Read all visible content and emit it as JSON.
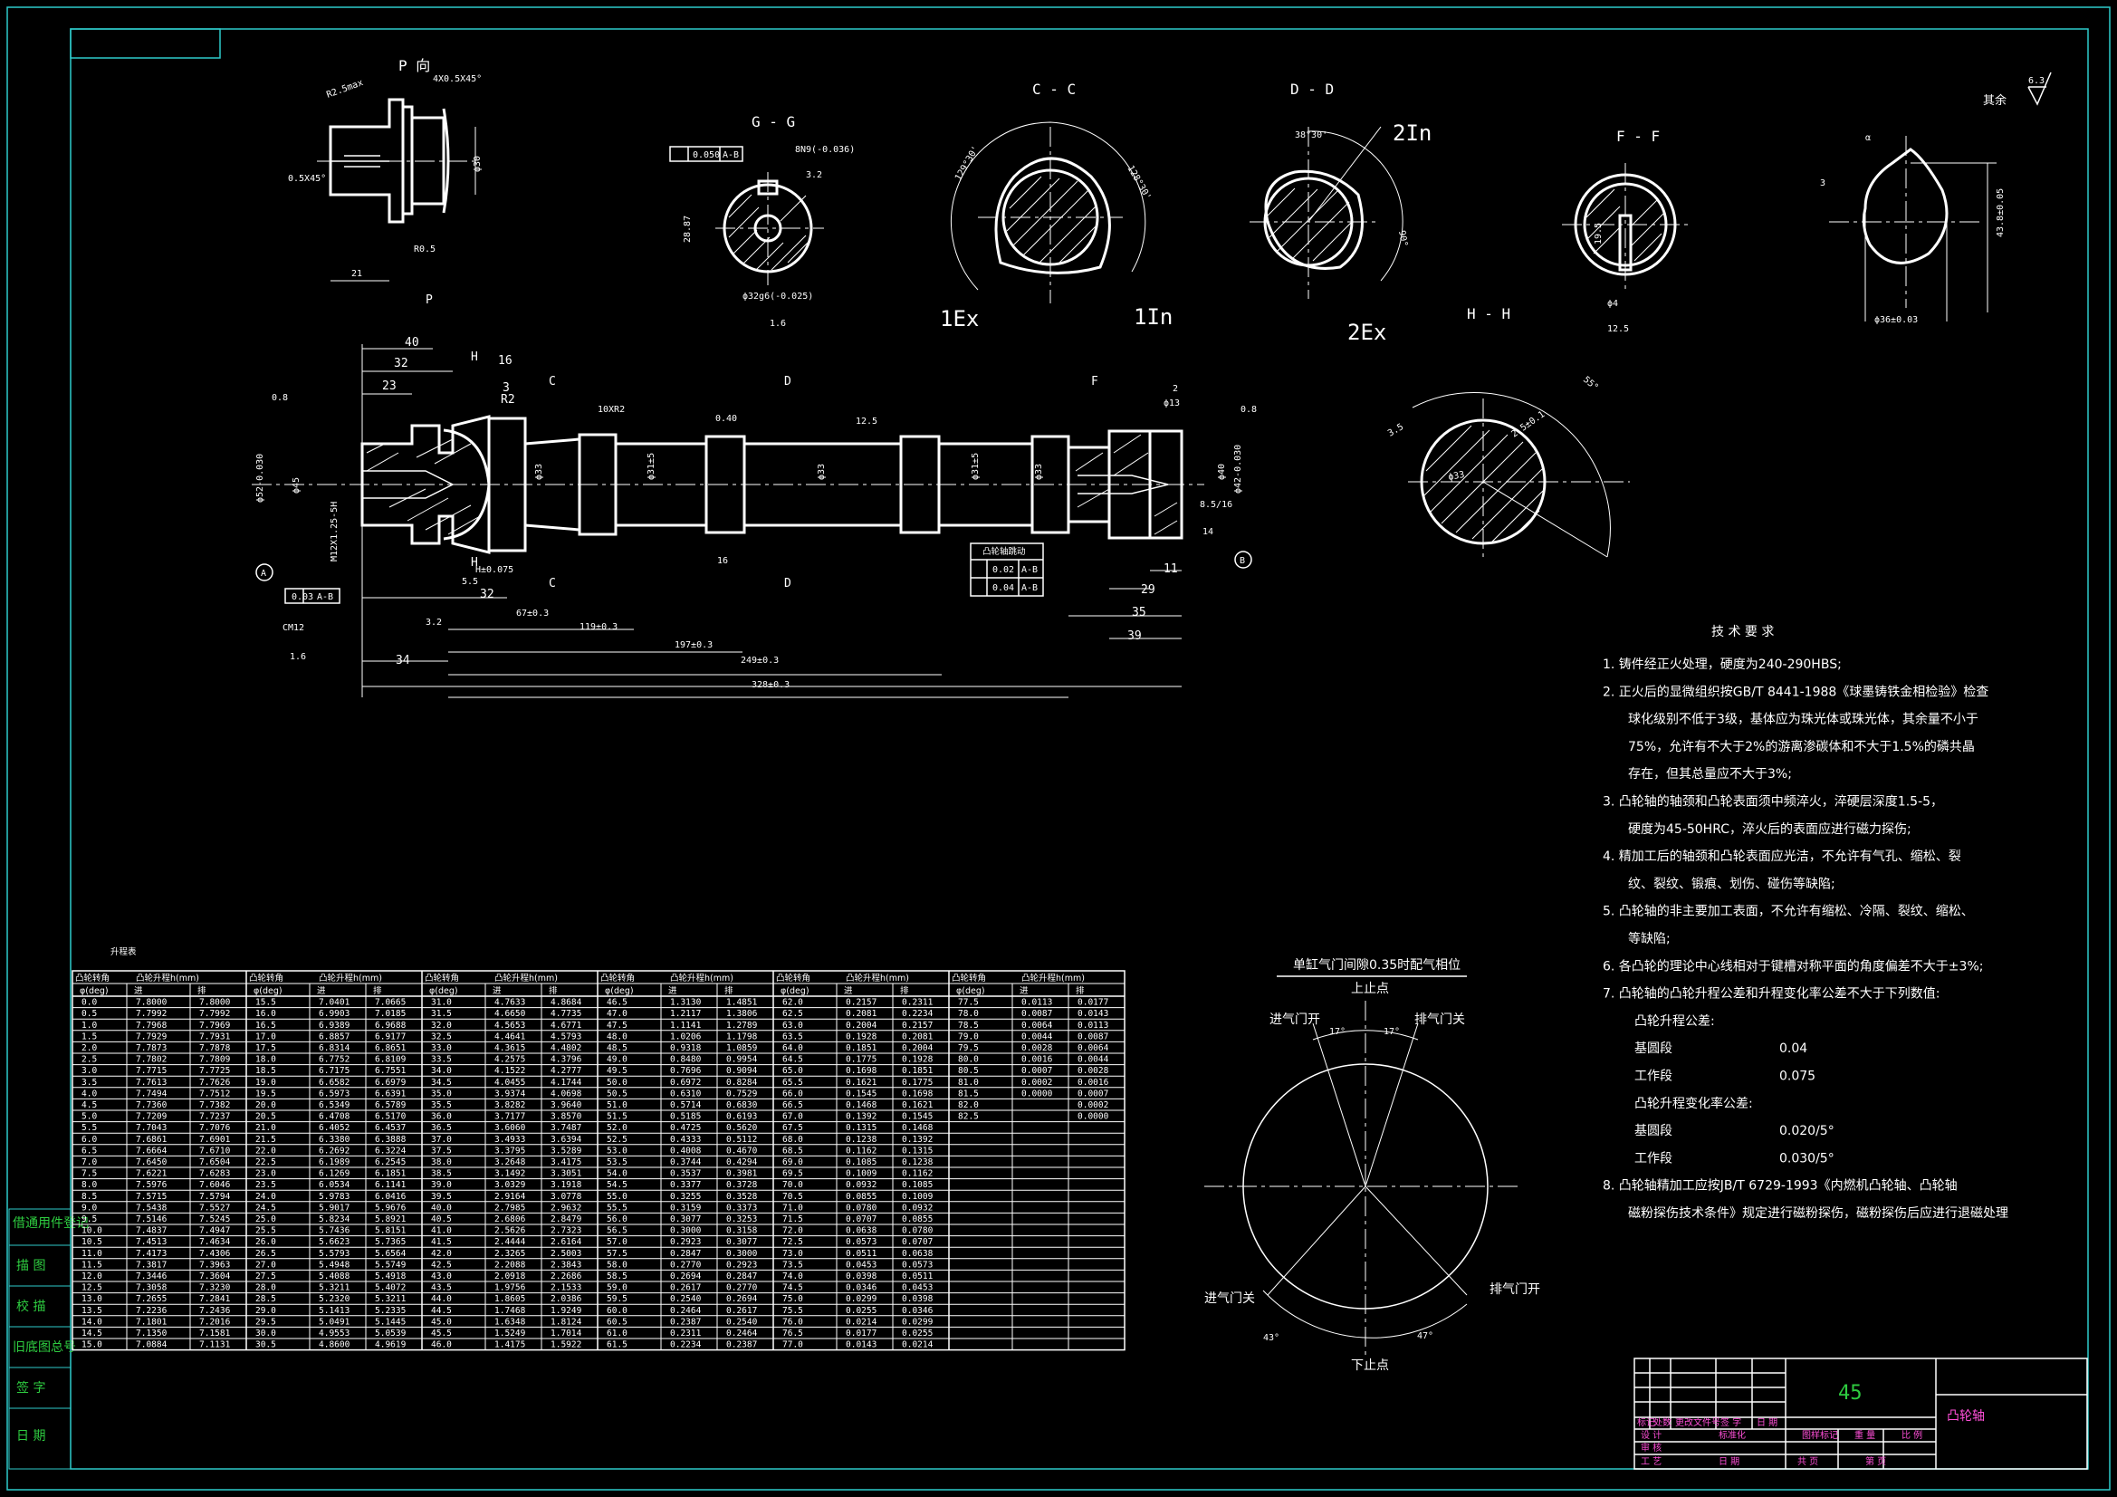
{
  "views": {
    "p_view": "P 向",
    "g_section": "G - G",
    "c_section": "C - C",
    "d_section": "D - D",
    "f_section": "F - F",
    "h_section": "H - H",
    "roughness_rest": "其余",
    "roughness_rest_value": "6.3"
  },
  "labels": {
    "one_ex": "1Ex",
    "one_in": "1In",
    "two_in": "2In",
    "two_ex": "2Ex",
    "ang_c1": "129°30'",
    "ang_c2": "128°30'",
    "ang_d": "38°30'",
    "p_chamfer": "4X0.5X45°",
    "p_r": "R2.5max",
    "p_ch2": "0.5X45°",
    "p_dia": "ϕ30",
    "p_r05": "R0.5",
    "p_21": "21",
    "g_tol": "0.050",
    "g_ref": "A-B",
    "g_key": "8N9(-0.036)",
    "g_dia": "ϕ32g6(-0.025)",
    "g_h": "28.87",
    "g_32": "3.2",
    "g_16": "1.6",
    "d_90": "90°",
    "f_195": "19.5",
    "f_4": "ϕ4",
    "f_125": "12.5",
    "k_a": "α",
    "k_3": "3",
    "k_h": "43.8±0.05",
    "k_d": "ϕ36±0.03",
    "h_55": "55°",
    "h_35": "3.5",
    "h_25": "2.5±0.1",
    "h_phi": "ϕ33",
    "m_40": "40",
    "m_32": "32",
    "m_23": "23",
    "m_16": "16",
    "m_3": "3",
    "m_r2": "R2",
    "m_10xr2": "10XR2",
    "m_2": "2",
    "m_413": "ϕ13",
    "m_phi45": "ϕ45",
    "m_phi52": "ϕ52-0.030",
    "m_m12": "M12X1.25-5H",
    "m_cm12": "CM12",
    "m_phi33a": "ϕ33",
    "m_phi31a": "ϕ31±5",
    "m_phi33b": "ϕ33",
    "m_phi31b": "ϕ31±5",
    "m_phi33c": "ϕ33",
    "m_phi40": "ϕ40",
    "m_phi42": "ϕ42-0.030",
    "m_85": "8.5/16",
    "m_14": "14",
    "m_h05": "H±0.075",
    "m_55": "5.5",
    "m_32b": "32",
    "m_67": "67±0.3",
    "m_119": "119±0.3",
    "m_197": "197±0.3",
    "m_249": "249±0.3",
    "m_328": "328±0.3",
    "m_34": "34",
    "m_16b": "16",
    "m_29": "29",
    "m_11": "11",
    "m_35": "35",
    "m_39": "39",
    "m_tol1": "0.03",
    "m_tol1r": "A-B",
    "m_08": "0.8",
    "m_08b": "0.8",
    "m_16c": "1.6",
    "m_32c": "3.2",
    "m_125": "12.5",
    "m_04": "0.40",
    "cam_tol_t": "凸轮轴跳动",
    "cam_t1": "0.02",
    "cam_t1r": "A-B",
    "cam_t2": "0.04",
    "cam_t2r": "A-B",
    "p_top": "P",
    "sec_h": "H",
    "sec_c": "C",
    "sec_d": "D",
    "sec_f": "F",
    "dat_a": "A",
    "dat_b": "B"
  },
  "lift_table": {
    "title": "升程表",
    "angle_h": "凸轮转角",
    "lift_h": "凸轮升程h(mm)",
    "sub_a": "φ(deg)",
    "sub_in": "进",
    "sub_ex": "排",
    "rows": [
      [
        "0.0",
        "7.8000",
        "7.8000",
        "15.5",
        "7.0401",
        "7.0665",
        "31.0",
        "4.7633",
        "4.8684",
        "46.5",
        "1.3130",
        "1.4851",
        "62.0",
        "0.2157",
        "0.2311",
        "77.5",
        "0.0113",
        "0.0177"
      ],
      [
        "0.5",
        "7.7992",
        "7.7992",
        "16.0",
        "6.9903",
        "7.0185",
        "31.5",
        "4.6650",
        "4.7735",
        "47.0",
        "1.2117",
        "1.3806",
        "62.5",
        "0.2081",
        "0.2234",
        "78.0",
        "0.0087",
        "0.0143"
      ],
      [
        "1.0",
        "7.7968",
        "7.7969",
        "16.5",
        "6.9389",
        "6.9688",
        "32.0",
        "4.5653",
        "4.6771",
        "47.5",
        "1.1141",
        "1.2789",
        "63.0",
        "0.2004",
        "0.2157",
        "78.5",
        "0.0064",
        "0.0113"
      ],
      [
        "1.5",
        "7.7929",
        "7.7931",
        "17.0",
        "6.8857",
        "6.9177",
        "32.5",
        "4.4641",
        "4.5793",
        "48.0",
        "1.0206",
        "1.1798",
        "63.5",
        "0.1928",
        "0.2081",
        "79.0",
        "0.0044",
        "0.0087"
      ],
      [
        "2.0",
        "7.7873",
        "7.7878",
        "17.5",
        "6.8314",
        "6.8651",
        "33.0",
        "4.3615",
        "4.4802",
        "48.5",
        "0.9318",
        "1.0859",
        "64.0",
        "0.1851",
        "0.2004",
        "79.5",
        "0.0028",
        "0.0064"
      ],
      [
        "2.5",
        "7.7802",
        "7.7809",
        "18.0",
        "6.7752",
        "6.8109",
        "33.5",
        "4.2575",
        "4.3796",
        "49.0",
        "0.8480",
        "0.9954",
        "64.5",
        "0.1775",
        "0.1928",
        "80.0",
        "0.0016",
        "0.0044"
      ],
      [
        "3.0",
        "7.7715",
        "7.7725",
        "18.5",
        "6.7175",
        "6.7551",
        "34.0",
        "4.1522",
        "4.2777",
        "49.5",
        "0.7696",
        "0.9094",
        "65.0",
        "0.1698",
        "0.1851",
        "80.5",
        "0.0007",
        "0.0028"
      ],
      [
        "3.5",
        "7.7613",
        "7.7626",
        "19.0",
        "6.6582",
        "6.6979",
        "34.5",
        "4.0455",
        "4.1744",
        "50.0",
        "0.6972",
        "0.8284",
        "65.5",
        "0.1621",
        "0.1775",
        "81.0",
        "0.0002",
        "0.0016"
      ],
      [
        "4.0",
        "7.7494",
        "7.7512",
        "19.5",
        "6.5973",
        "6.6391",
        "35.0",
        "3.9374",
        "4.0698",
        "50.5",
        "0.6310",
        "0.7529",
        "66.0",
        "0.1545",
        "0.1698",
        "81.5",
        "0.0000",
        "0.0007"
      ],
      [
        "4.5",
        "7.7360",
        "7.7382",
        "20.0",
        "6.5349",
        "6.5789",
        "35.5",
        "3.8282",
        "3.9640",
        "51.0",
        "0.5714",
        "0.6830",
        "66.5",
        "0.1468",
        "0.1621",
        "82.0",
        "",
        "0.0002"
      ],
      [
        "5.0",
        "7.7209",
        "7.7237",
        "20.5",
        "6.4708",
        "6.5170",
        "36.0",
        "3.7177",
        "3.8570",
        "51.5",
        "0.5185",
        "0.6193",
        "67.0",
        "0.1392",
        "0.1545",
        "82.5",
        "",
        "0.0000"
      ],
      [
        "5.5",
        "7.7043",
        "7.7076",
        "21.0",
        "6.4052",
        "6.4537",
        "36.5",
        "3.6060",
        "3.7487",
        "52.0",
        "0.4725",
        "0.5620",
        "67.5",
        "0.1315",
        "0.1468",
        "",
        "",
        ""
      ],
      [
        "6.0",
        "7.6861",
        "7.6901",
        "21.5",
        "6.3380",
        "6.3888",
        "37.0",
        "3.4933",
        "3.6394",
        "52.5",
        "0.4333",
        "0.5112",
        "68.0",
        "0.1238",
        "0.1392",
        "",
        "",
        ""
      ],
      [
        "6.5",
        "7.6664",
        "7.6710",
        "22.0",
        "6.2692",
        "6.3224",
        "37.5",
        "3.3795",
        "3.5289",
        "53.0",
        "0.4008",
        "0.4670",
        "68.5",
        "0.1162",
        "0.1315",
        "",
        "",
        ""
      ],
      [
        "7.0",
        "7.6450",
        "7.6504",
        "22.5",
        "6.1989",
        "6.2545",
        "38.0",
        "3.2648",
        "3.4175",
        "53.5",
        "0.3744",
        "0.4294",
        "69.0",
        "0.1085",
        "0.1238",
        "",
        "",
        ""
      ],
      [
        "7.5",
        "7.6221",
        "7.6283",
        "23.0",
        "6.1269",
        "6.1851",
        "38.5",
        "3.1492",
        "3.3051",
        "54.0",
        "0.3537",
        "0.3981",
        "69.5",
        "0.1009",
        "0.1162",
        "",
        "",
        ""
      ],
      [
        "8.0",
        "7.5976",
        "7.6046",
        "23.5",
        "6.0534",
        "6.1141",
        "39.0",
        "3.0329",
        "3.1918",
        "54.5",
        "0.3377",
        "0.3728",
        "70.0",
        "0.0932",
        "0.1085",
        "",
        "",
        ""
      ],
      [
        "8.5",
        "7.5715",
        "7.5794",
        "24.0",
        "5.9783",
        "6.0416",
        "39.5",
        "2.9164",
        "3.0778",
        "55.0",
        "0.3255",
        "0.3528",
        "70.5",
        "0.0855",
        "0.1009",
        "",
        "",
        ""
      ],
      [
        "9.0",
        "7.5438",
        "7.5527",
        "24.5",
        "5.9017",
        "5.9676",
        "40.0",
        "2.7985",
        "2.9632",
        "55.5",
        "0.3159",
        "0.3373",
        "71.0",
        "0.0780",
        "0.0932",
        "",
        "",
        ""
      ],
      [
        "9.5",
        "7.5146",
        "7.5245",
        "25.0",
        "5.8234",
        "5.8921",
        "40.5",
        "2.6806",
        "2.8479",
        "56.0",
        "0.3077",
        "0.3253",
        "71.5",
        "0.0707",
        "0.0855",
        "",
        "",
        ""
      ],
      [
        "10.0",
        "7.4837",
        "7.4947",
        "25.5",
        "5.7436",
        "5.8151",
        "41.0",
        "2.5626",
        "2.7323",
        "56.5",
        "0.3000",
        "0.3158",
        "72.0",
        "0.0638",
        "0.0780",
        "",
        "",
        ""
      ],
      [
        "10.5",
        "7.4513",
        "7.4634",
        "26.0",
        "5.6623",
        "5.7365",
        "41.5",
        "2.4444",
        "2.6164",
        "57.0",
        "0.2923",
        "0.3077",
        "72.5",
        "0.0573",
        "0.0707",
        "",
        "",
        ""
      ],
      [
        "11.0",
        "7.4173",
        "7.4306",
        "26.5",
        "5.5793",
        "5.6564",
        "42.0",
        "2.3265",
        "2.5003",
        "57.5",
        "0.2847",
        "0.3000",
        "73.0",
        "0.0511",
        "0.0638",
        "",
        "",
        ""
      ],
      [
        "11.5",
        "7.3817",
        "7.3963",
        "27.0",
        "5.4948",
        "5.5749",
        "42.5",
        "2.2088",
        "2.3843",
        "58.0",
        "0.2770",
        "0.2923",
        "73.5",
        "0.0453",
        "0.0573",
        "",
        "",
        ""
      ],
      [
        "12.0",
        "7.3446",
        "7.3604",
        "27.5",
        "5.4088",
        "5.4918",
        "43.0",
        "2.0918",
        "2.2686",
        "58.5",
        "0.2694",
        "0.2847",
        "74.0",
        "0.0398",
        "0.0511",
        "",
        "",
        ""
      ],
      [
        "12.5",
        "7.3058",
        "7.3230",
        "28.0",
        "5.3211",
        "5.4072",
        "43.5",
        "1.9756",
        "2.1533",
        "59.0",
        "0.2617",
        "0.2770",
        "74.5",
        "0.0346",
        "0.0453",
        "",
        "",
        ""
      ],
      [
        "13.0",
        "7.2655",
        "7.2841",
        "28.5",
        "5.2320",
        "5.3211",
        "44.0",
        "1.8605",
        "2.0386",
        "59.5",
        "0.2540",
        "0.2694",
        "75.0",
        "0.0299",
        "0.0398",
        "",
        "",
        ""
      ],
      [
        "13.5",
        "7.2236",
        "7.2436",
        "29.0",
        "5.1413",
        "5.2335",
        "44.5",
        "1.7468",
        "1.9249",
        "60.0",
        "0.2464",
        "0.2617",
        "75.5",
        "0.0255",
        "0.0346",
        "",
        "",
        ""
      ],
      [
        "14.0",
        "7.1801",
        "7.2016",
        "29.5",
        "5.0491",
        "5.1445",
        "45.0",
        "1.6348",
        "1.8124",
        "60.5",
        "0.2387",
        "0.2540",
        "76.0",
        "0.0214",
        "0.0299",
        "",
        "",
        ""
      ],
      [
        "14.5",
        "7.1350",
        "7.1581",
        "30.0",
        "4.9553",
        "5.0539",
        "45.5",
        "1.5249",
        "1.7014",
        "61.0",
        "0.2311",
        "0.2464",
        "76.5",
        "0.0177",
        "0.0255",
        "",
        "",
        ""
      ],
      [
        "15.0",
        "7.0884",
        "7.1131",
        "30.5",
        "4.8600",
        "4.9619",
        "46.0",
        "1.4175",
        "1.5922",
        "61.5",
        "0.2234",
        "0.2387",
        "77.0",
        "0.0143",
        "0.0214",
        "",
        "",
        ""
      ]
    ]
  },
  "phase": {
    "title": "单缸气门间隙0.35时配气相位",
    "top": "上止点",
    "bottom": "下止点",
    "in_open": "进气门开",
    "ex_close": "排气门关",
    "in_close": "进气门关",
    "ex_open": "排气门开",
    "a17a": "17°",
    "a17b": "17°",
    "a43": "43°",
    "a47": "47°"
  },
  "notes": {
    "title": "技 术 要 求",
    "lines": [
      "1. 铸件经正火处理，硬度为240-290HBS;",
      "2. 正火后的显微组织按GB/T 8441-1988《球墨铸铁金相检验》检查",
      "球化级别不低于3级，基体应为珠光体或珠光体，其余量不小于",
      "75%，允许有不大于2%的游离渗碳体和不大于1.5%的磷共晶",
      "存在，但其总量应不大于3%;",
      "3. 凸轮轴的轴颈和凸轮表面须中频淬火，淬硬层深度1.5-5，",
      "硬度为45-50HRC，淬火后的表面应进行磁力探伤;",
      "4. 精加工后的轴颈和凸轮表面应光洁，不允许有气孔、缩松、裂",
      "纹、裂纹、锻痕、划伤、碰伤等缺陷;",
      "5. 凸轮轴的非主要加工表面，不允许有缩松、冷隔、裂纹、缩松、",
      "等缺陷;",
      "6. 各凸轮的理论中心线相对于键槽对称平面的角度偏差不大于±3%;",
      "7. 凸轮轴的凸轮升程公差和升程变化率公差不大于下列数值:",
      "凸轮升程公差:",
      "基圆段",
      "工作段",
      "凸轮升程变化率公差:",
      "基圆段",
      "工作段",
      "8. 凸轮轴精加工应按JB/T 6729-1993《内燃机凸轮轴、凸轮轴",
      "磁粉探伤技术条件》规定进行磁粉探伤，磁粉探伤后应进行退磁处理"
    ],
    "vals": [
      "0.04",
      "0.075",
      "0.020/5°",
      "0.030/5°"
    ]
  },
  "title_block": {
    "material": "45",
    "name": "凸轮轴",
    "cells": [
      "标记",
      "处数",
      "更改文件号",
      "签 字",
      "日 期",
      "设 计",
      "标准化",
      "图样标记",
      "重 量",
      "比 例",
      "审 核",
      "工 艺",
      "日 期",
      "共   页",
      "第   页"
    ]
  },
  "side_labels": [
    "借通用件登记",
    "描 图",
    "校 描",
    "旧底图总号",
    "签 字",
    "日 期"
  ]
}
